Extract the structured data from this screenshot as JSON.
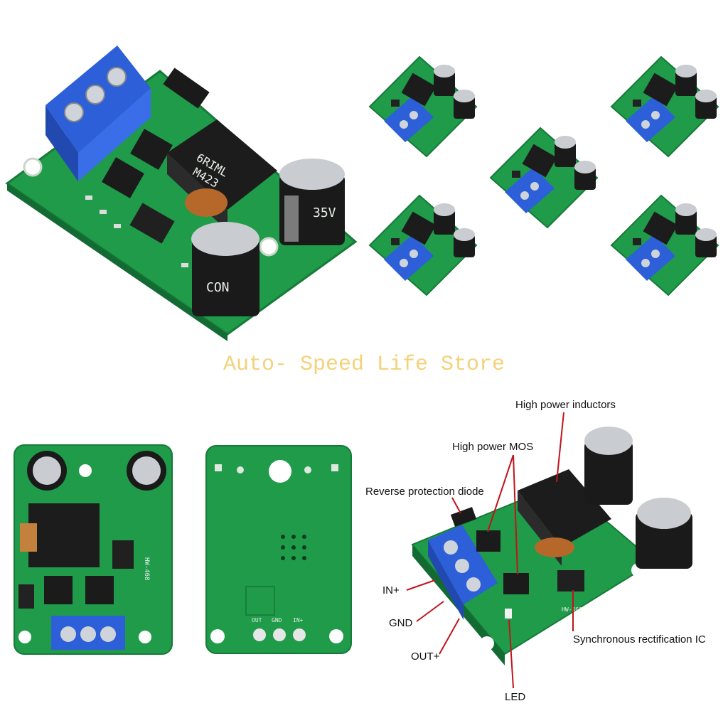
{
  "watermark": "Auto- Speed Life Store",
  "main_board": {
    "inductor_marking_line1": "6RIML",
    "inductor_marking_line2": "M423",
    "cap_text_1": "35V",
    "cap_text_2": "CON"
  },
  "back_board": {
    "pad_labels": [
      "OUT",
      "GND",
      "IN+"
    ]
  },
  "front_board": {
    "model_text": "HW-468"
  },
  "annotations": {
    "high_power_inductors": "High power inductors",
    "high_power_mos": "High power MOS",
    "reverse_protection_diode": "Reverse protection diode",
    "in_plus": "IN+",
    "gnd": "GND",
    "out_plus": "OUT+",
    "led": "LED",
    "sync_rect_ic": "Synchronous rectification IC",
    "model_text": "HW-468"
  },
  "colors": {
    "pcb_green": "#1e9a4a",
    "terminal_blue": "#2c5fd6",
    "watermark": "#f3d27a"
  }
}
